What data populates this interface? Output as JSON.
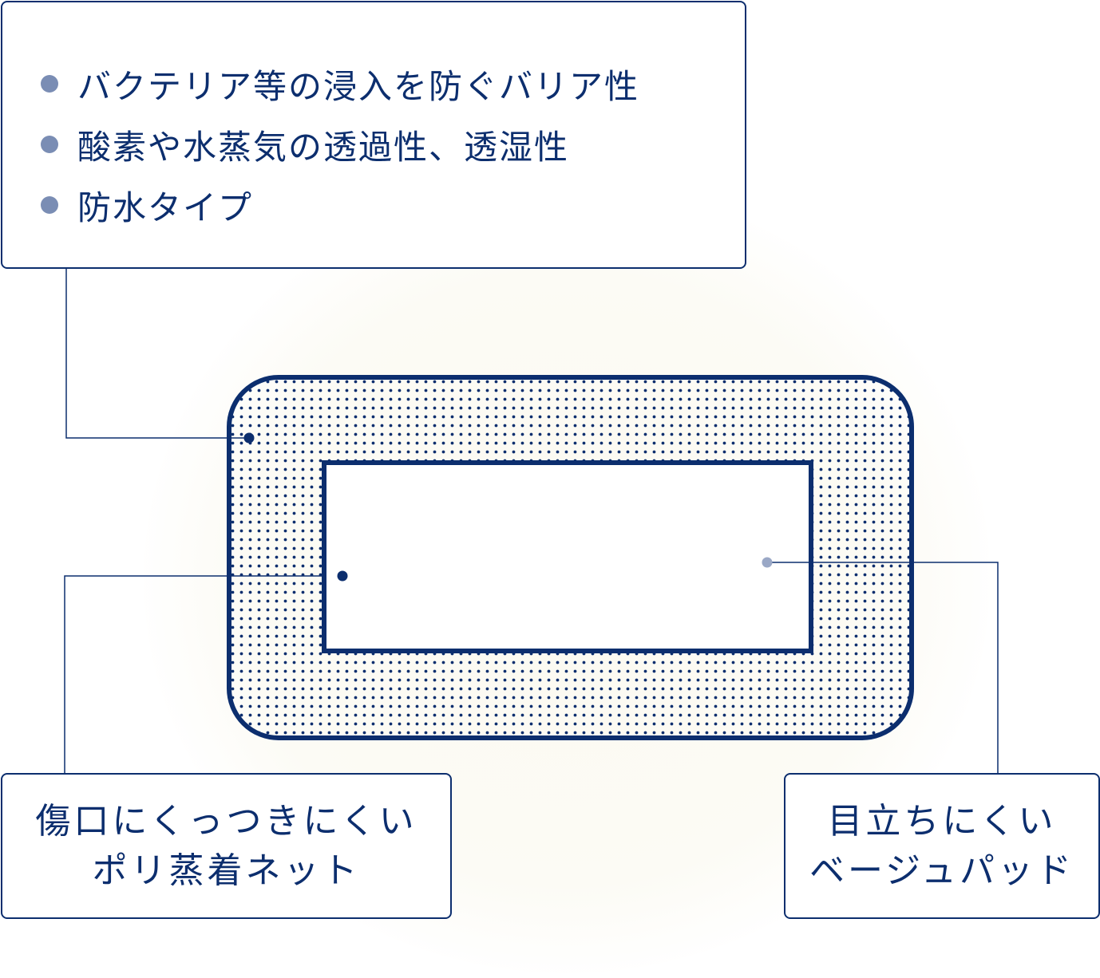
{
  "features": {
    "items": [
      "バクテリア等の浸入を防ぐバリア性",
      "酸素や水蒸気の透過性、透湿性",
      "防水タイプ"
    ]
  },
  "net_callout": {
    "line1": "傷口にくっつきにくい",
    "line2": "ポリ蒸着ネット"
  },
  "pad_callout": {
    "line1": "目立ちにくい",
    "line2": "ベージュパッド"
  },
  "colors": {
    "navy": "#0c2e6e",
    "bullet": "#7a8db4",
    "pad_dot": "#9aa8c6",
    "glow": "#fbfaf1"
  }
}
